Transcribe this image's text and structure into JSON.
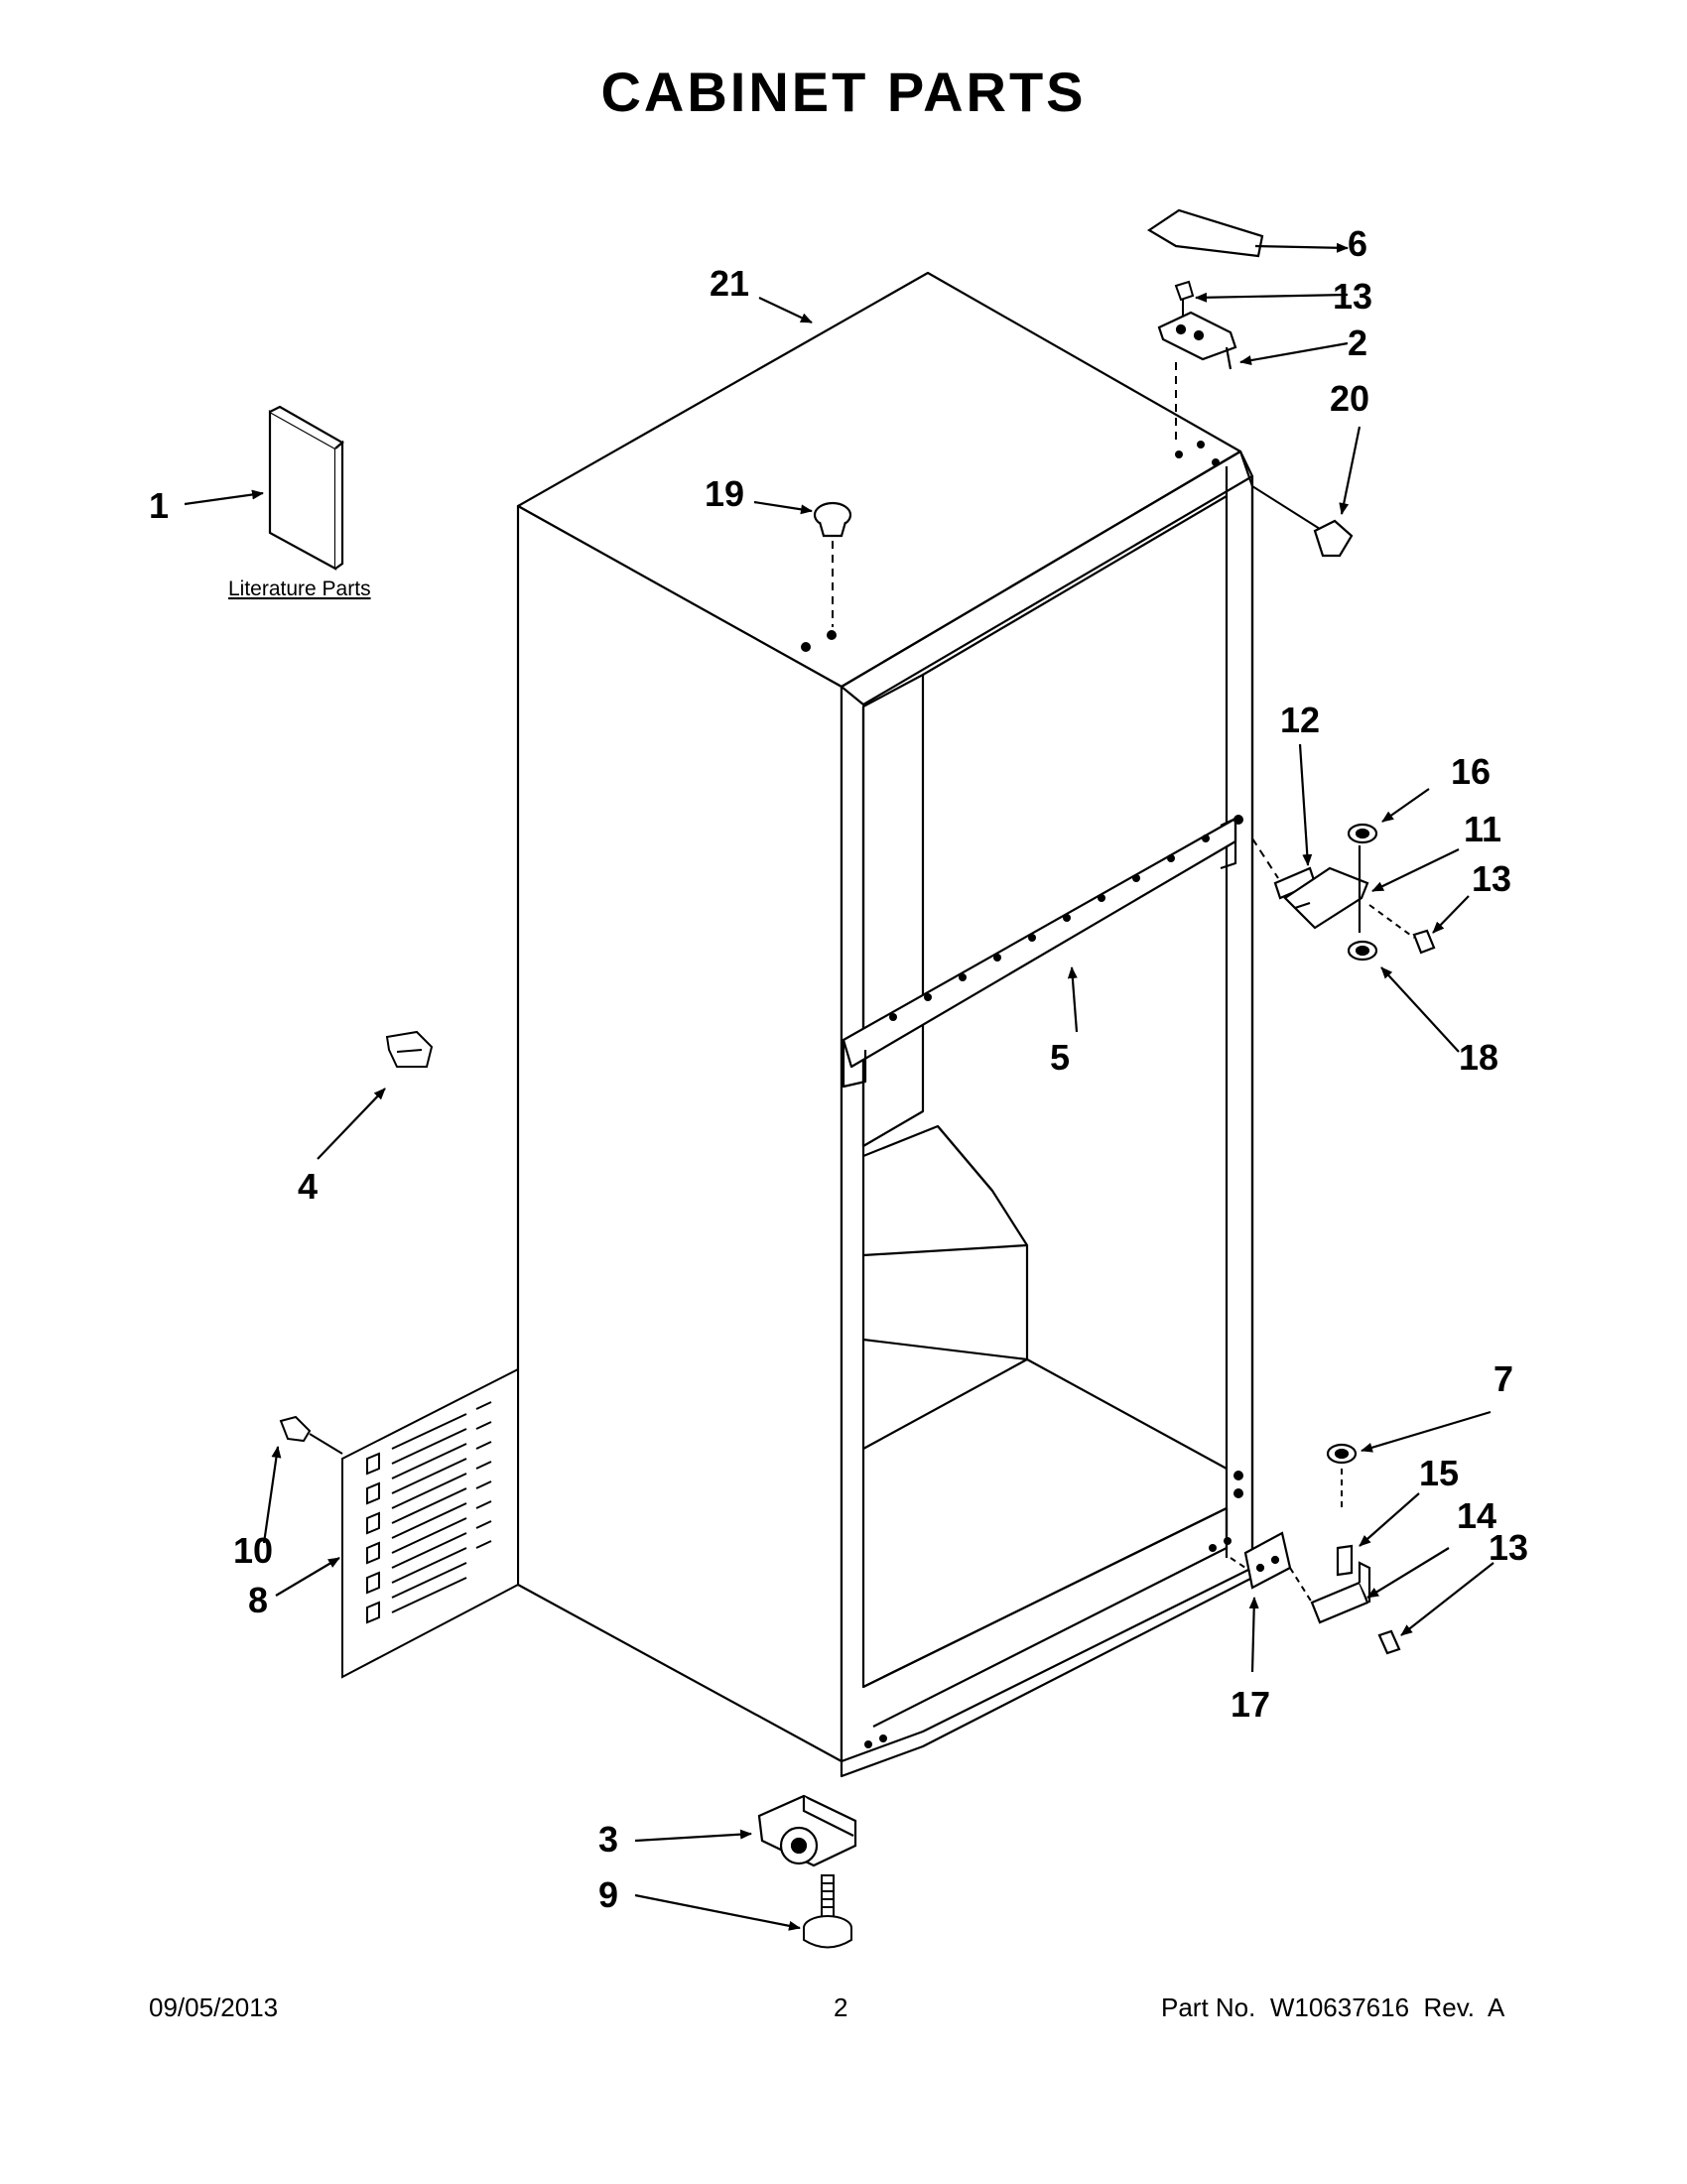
{
  "title": "CABINET PARTS",
  "literature_label": "Literature Parts",
  "callouts": {
    "c1": "1",
    "c2": "2",
    "c3": "3",
    "c4": "4",
    "c5": "5",
    "c6": "6",
    "c7": "7",
    "c8": "8",
    "c9": "9",
    "c10": "10",
    "c11": "11",
    "c12": "12",
    "c13a": "13",
    "c13b": "13",
    "c13c": "13",
    "c14": "14",
    "c15": "15",
    "c16": "16",
    "c17": "17",
    "c18": "18",
    "c19": "19",
    "c20": "20",
    "c21": "21"
  },
  "footer": {
    "date": "09/05/2013",
    "page": "2",
    "part": "Part No.  W10637616  Rev.  A"
  }
}
